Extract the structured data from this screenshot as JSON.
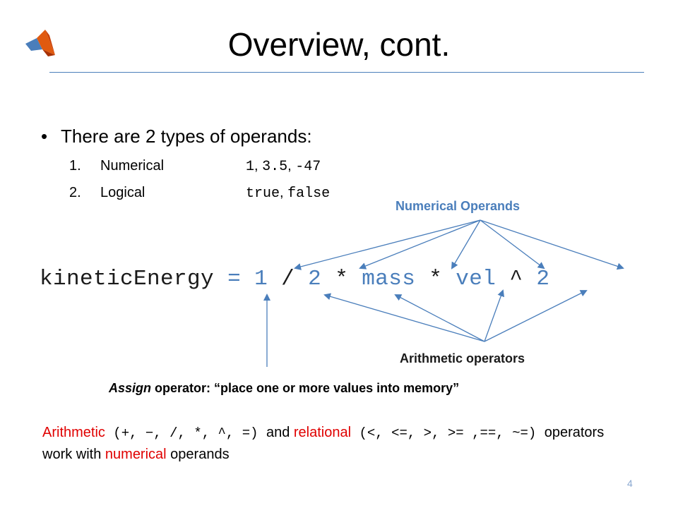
{
  "slide": {
    "title": "Overview, cont.",
    "bullet": "There are 2 types of operands:",
    "items": [
      {
        "num": "1.",
        "label": "Numerical",
        "values": [
          "1",
          "3.5",
          "-47"
        ]
      },
      {
        "num": "2.",
        "label": "Logical",
        "values": [
          "true",
          "false"
        ]
      }
    ],
    "code": {
      "lhs": "kineticEnergy",
      "eq": "=",
      "n1": "1",
      "op_div": "/",
      "n2": "2",
      "op_mul1": "*",
      "var_mass": "mass",
      "op_mul2": "*",
      "var_vel": "vel",
      "op_pow": "^",
      "n3": "2"
    },
    "labels": {
      "numerical_operands": "Numerical Operands",
      "arithmetic_operators": "Arithmetic operators",
      "assign_word": "Assign",
      "assign_rest": " operator: “place one or more values into memory”"
    },
    "footer": {
      "arith_word": "Arithmetic",
      "arith_ops": " (+, −, /, *, ^,  =) ",
      "and": "and ",
      "rel_word": "relational",
      "rel_ops": " (<, <=, >, >= ,==, ~=) ",
      "tail1": "operators",
      "tail2": "work with ",
      "numerical": "numerical",
      "tail3": " operands"
    },
    "page_number": "4",
    "colors": {
      "accent": "#4a7ebb",
      "red": "#e00000"
    }
  }
}
